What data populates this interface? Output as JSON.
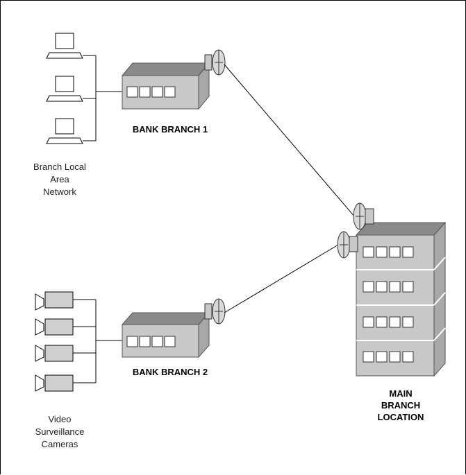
{
  "labels": {
    "branch1": "BANK BRANCH 1",
    "branch2": "BANK BRANCH 2",
    "lan_line1": "Branch Local",
    "lan_line2": "Area",
    "lan_line3": "Network",
    "cam_line1": "Video",
    "cam_line2": "Surveillance",
    "cam_line3": "Cameras",
    "main_line1": "MAIN",
    "main_line2": "BRANCH",
    "main_line3": "LOCATION"
  },
  "icons": {
    "computer": "computer-icon",
    "camera": "video-camera-icon",
    "building": "building-icon",
    "antenna": "satellite-dish-icon"
  },
  "colors": {
    "building_front": "#c8c8c8",
    "building_top": "#8a8a8a",
    "building_side": "#a8a8a8",
    "window": "#ffffff",
    "line": "#000000"
  }
}
